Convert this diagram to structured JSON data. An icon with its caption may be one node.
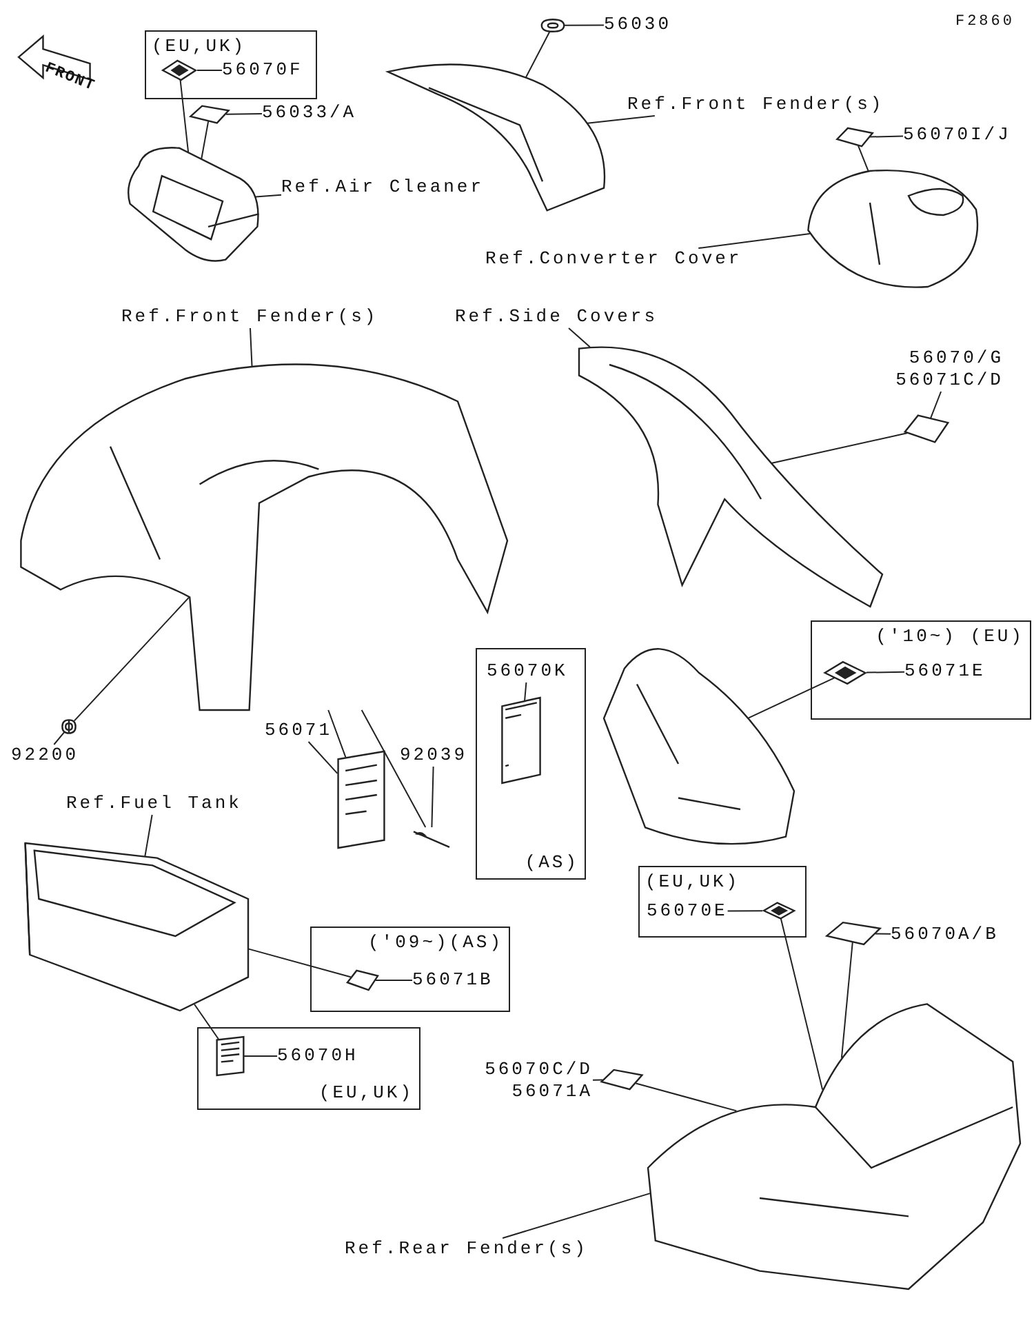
{
  "diagram": {
    "nodes": [
      {
        "text": [
          "(EU,UK)"
        ]
      },
      {
        "text": [
          "56070F"
        ],
        "in": 0
      },
      {
        "text": [],
        "shape": "picture",
        "in": 0
      },
      {
        "text": [
          "56033/A"
        ]
      },
      {
        "text": [],
        "shape": "picture"
      },
      {
        "text": [],
        "shape": "picture"
      },
      {
        "text": [
          "Ref.Air Cleaner"
        ]
      },
      {
        "text": [
          "56030"
        ]
      },
      {
        "text": [],
        "shape": "picture"
      },
      {
        "text": [],
        "shape": "picture"
      },
      {
        "text": [
          "Ref.Front Fender(s)"
        ]
      },
      {
        "text": [
          "56070I/J"
        ]
      },
      {
        "text": [],
        "shape": "picture"
      },
      {
        "text": [],
        "shape": "picture"
      },
      {
        "text": [
          "Ref.Converter Cover"
        ]
      },
      {
        "text": [
          "Ref.Front Fender(s)"
        ]
      },
      {
        "text": [],
        "shape": "picture"
      },
      {
        "text": [],
        "shape": "picture"
      },
      {
        "text": [
          "Ref.Side Covers"
        ]
      },
      {
        "text": [
          "56070/G",
          "56071C/D"
        ]
      },
      {
        "text": [],
        "shape": "picture"
      },
      {
        "text": [
          "92200"
        ]
      },
      {
        "text": [],
        "shape": "picture"
      },
      {
        "text": [
          "56071"
        ]
      },
      {
        "text": [],
        "shape": "picture"
      },
      {
        "text": [
          "92039"
        ]
      },
      {
        "text": [],
        "shape": "picture"
      },
      {
        "text": [
          "(AS)"
        ]
      },
      {
        "text": [
          "56070K"
        ],
        "in": 27
      },
      {
        "text": [],
        "shape": "picture",
        "in": 27
      },
      {
        "text": [],
        "shape": "picture"
      },
      {
        "text": [
          "('10~) (EU)"
        ]
      },
      {
        "text": [
          "56071E"
        ],
        "in": 31
      },
      {
        "text": [],
        "shape": "picture",
        "in": 31
      },
      {
        "text": [
          "Ref.Fuel Tank"
        ]
      },
      {
        "text": [],
        "shape": "picture"
      },
      {
        "text": [
          "('09~)(AS)"
        ]
      },
      {
        "text": [],
        "shape": "picture",
        "in": 36
      },
      {
        "text": [
          "56071B"
        ],
        "in": 36
      },
      {
        "text": [
          "(EU,UK)"
        ]
      },
      {
        "text": [],
        "shape": "picture",
        "in": 39
      },
      {
        "text": [
          "56070H"
        ],
        "in": 39
      },
      {
        "text": [
          "(EU,UK)"
        ]
      },
      {
        "text": [
          "56070E"
        ],
        "in": 42
      },
      {
        "text": [],
        "shape": "picture",
        "in": 42
      },
      {
        "text": [],
        "shape": "picture"
      },
      {
        "text": [
          "56070A/B"
        ]
      },
      {
        "text": [
          "56070C/D",
          "56071A"
        ]
      },
      {
        "text": [],
        "shape": "picture"
      },
      {
        "text": [],
        "shape": "picture"
      },
      {
        "text": [
          "Ref.Rear Fender(s)"
        ]
      },
      {
        "text": [
          "FRONT"
        ]
      }
    ],
    "edges": [
      {
        "from": 1,
        "to": 2,
        "arrow": "none"
      },
      {
        "from": 2,
        "to": 5,
        "arrow": "none"
      },
      {
        "from": 3,
        "to": 4,
        "arrow": "none"
      },
      {
        "from": 4,
        "to": 5,
        "arrow": "none"
      },
      {
        "from": 6,
        "to": 5,
        "arrow": "none"
      },
      {
        "from": 7,
        "to": 8,
        "arrow": "none"
      },
      {
        "from": 8,
        "to": 9,
        "arrow": "none"
      },
      {
        "from": 10,
        "to": 9,
        "arrow": "none"
      },
      {
        "from": 11,
        "to": 12,
        "arrow": "none"
      },
      {
        "from": 12,
        "to": 13,
        "arrow": "none"
      },
      {
        "from": 14,
        "to": 13,
        "arrow": "none"
      },
      {
        "from": 15,
        "to": 16,
        "arrow": "none"
      },
      {
        "from": 18,
        "to": 17,
        "arrow": "none"
      },
      {
        "from": 19,
        "to": 20,
        "arrow": "none"
      },
      {
        "from": 20,
        "to": 17,
        "arrow": "none"
      },
      {
        "from": 21,
        "to": 22,
        "arrow": "none"
      },
      {
        "from": 22,
        "to": 16,
        "arrow": "none"
      },
      {
        "from": 23,
        "to": 24,
        "arrow": "none"
      },
      {
        "from": 24,
        "to": 16,
        "arrow": "none"
      },
      {
        "from": 25,
        "to": 26,
        "arrow": "none"
      },
      {
        "from": 26,
        "to": 16,
        "arrow": "none"
      },
      {
        "from": 28,
        "to": 29,
        "arrow": "none"
      },
      {
        "from": 32,
        "to": 33,
        "arrow": "none"
      },
      {
        "from": 33,
        "to": 30,
        "arrow": "none"
      },
      {
        "from": 34,
        "to": 35,
        "arrow": "none"
      },
      {
        "from": 37,
        "to": 35,
        "arrow": "none"
      },
      {
        "from": 38,
        "to": 37,
        "arrow": "none"
      },
      {
        "from": 40,
        "to": 35,
        "arrow": "none"
      },
      {
        "from": 41,
        "to": 40,
        "arrow": "none"
      },
      {
        "from": 43,
        "to": 44,
        "arrow": "none"
      },
      {
        "from": 44,
        "to": 49,
        "arrow": "none"
      },
      {
        "from": 46,
        "to": 45,
        "arrow": "none"
      },
      {
        "from": 45,
        "to": 49,
        "arrow": "none"
      },
      {
        "from": 47,
        "to": 48,
        "arrow": "none"
      },
      {
        "from": 48,
        "to": 49,
        "arrow": "none"
      },
      {
        "from": 50,
        "to": 49,
        "arrow": "none"
      }
    ],
    "labels": [
      "F2860"
    ]
  }
}
